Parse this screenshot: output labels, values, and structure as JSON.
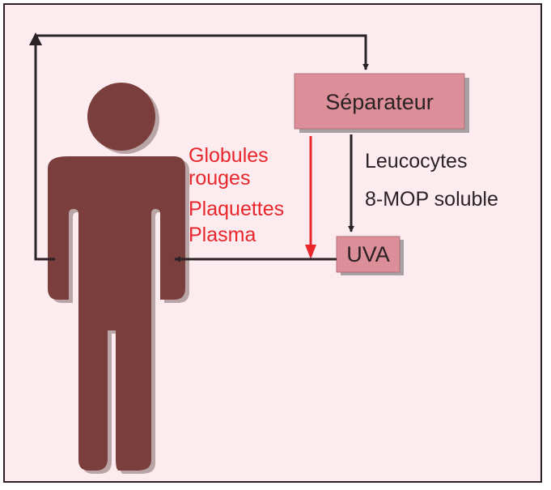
{
  "separator": {
    "label": "Séparateur"
  },
  "uva": {
    "label": "UVA"
  },
  "leucocytes_path": {
    "lines": [
      "Leucocytes",
      "8-MOP soluble"
    ]
  },
  "return_path": {
    "lines": [
      "Globules",
      "rouges",
      "Plaquettes",
      "Plasma"
    ]
  },
  "colors": {
    "background": "#fcecef",
    "frame": "#2a2224",
    "person": "#7a3f3c",
    "person_shadow": "#b9a4a6",
    "box_fill": "#dc8f98",
    "box_shadow": "#a8a1a3",
    "arrow": "#2a2224",
    "red_arrow": "#e8262c",
    "red_text": "#e8262c"
  }
}
